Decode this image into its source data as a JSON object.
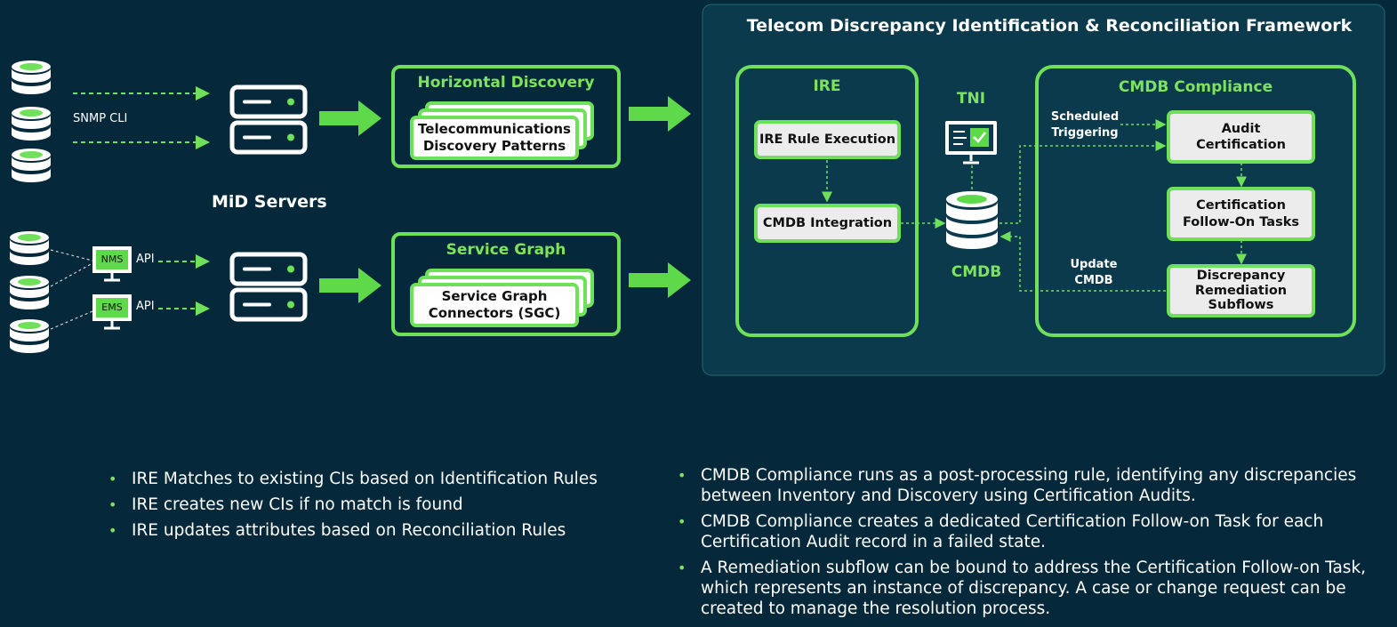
{
  "title": "Telecom Discrepancy Identification & Reconciliation Framework",
  "left": {
    "protocol_label": "SNMP  CLI",
    "mid_servers_label": "MiD Servers",
    "nms_label": "NMS",
    "ems_label": "EMS",
    "api_label_1": "API",
    "api_label_2": "API"
  },
  "horizontal_discovery": {
    "title": "Horizontal Discovery",
    "card": "Telecommunications\nDiscovery Patterns"
  },
  "service_graph": {
    "title": "Service Graph",
    "card": "Service Graph\nConnectors (SGC)"
  },
  "ire": {
    "title": "IRE",
    "rule_execution": "IRE Rule Execution",
    "cmdb_integration": "CMDB Integration"
  },
  "tni_label": "TNI",
  "cmdb_label": "CMDB",
  "compliance": {
    "title": "CMDB Compliance",
    "scheduled_triggering": "Scheduled\nTriggering",
    "audit_certification": "Audit\nCertification",
    "follow_on_tasks": "Certification\nFollow-On Tasks",
    "update_cmdb": "Update\nCMDB",
    "remediation_subflows": "Discrepancy\nRemediation\nSubflows"
  },
  "bullets_left": [
    "IRE Matches to existing CIs based on Identification Rules",
    "IRE creates new CIs if no match is found",
    "IRE updates attributes based on Reconciliation Rules"
  ],
  "bullets_right": [
    "CMDB Compliance runs as a post-processing rule, identifying any discrepancies between Inventory and Discovery using Certification Audits.",
    "CMDB Compliance creates a dedicated Certification Follow-on Task for each Certification Audit record in a failed state.",
    "A Remediation subflow can be bound to address the Certification Follow-on Task, which represents an instance of discrepancy. A case or change request can be created to manage the resolution process."
  ],
  "colors": {
    "background": "#05293a",
    "frame": "#0b3a4c",
    "accent_green": "#6fe05a",
    "text": "#ffffff"
  }
}
